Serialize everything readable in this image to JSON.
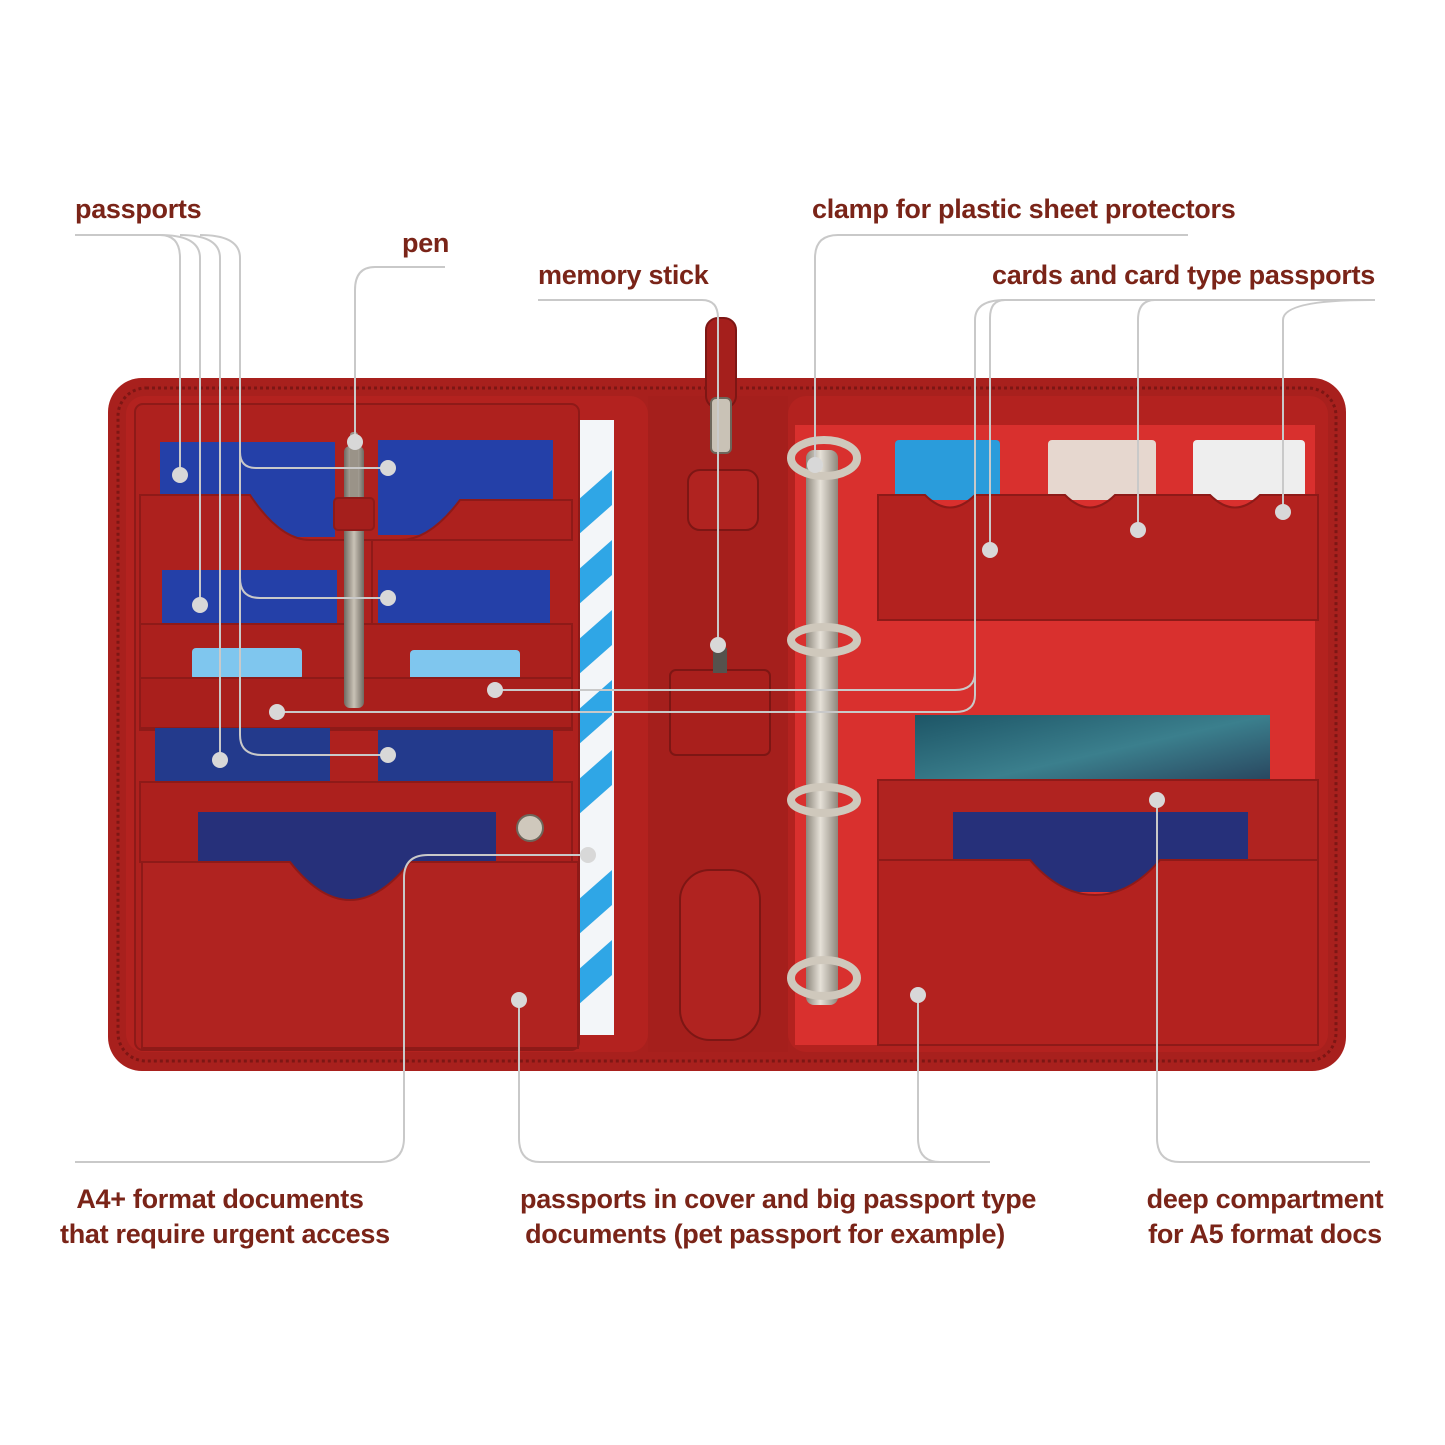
{
  "labels": {
    "passports": "passports",
    "pen": "pen",
    "memory_stick": "memory stick",
    "clamp": "clamp for plastic sheet protectors",
    "cards": "cards and card type passports",
    "a4_line1": "A4+ format documents",
    "a4_line2": "that require urgent access",
    "cover_line1": "passports in cover and big passport type",
    "cover_line2": "documents (pet passport for example)",
    "deep_line1": "deep compartment",
    "deep_line2": "for A5 format docs"
  },
  "colors": {
    "label_text": "#7a2418",
    "leader_line": "#c9c9c9",
    "leather": "#b3221f",
    "leather_dark": "#8e1a18",
    "lining": "#d9302e",
    "passport_blue": "#2440a8",
    "passport_navy": "#233a8c",
    "card_light_blue": "#7fc6ee",
    "metal": "#b9b2a6"
  }
}
